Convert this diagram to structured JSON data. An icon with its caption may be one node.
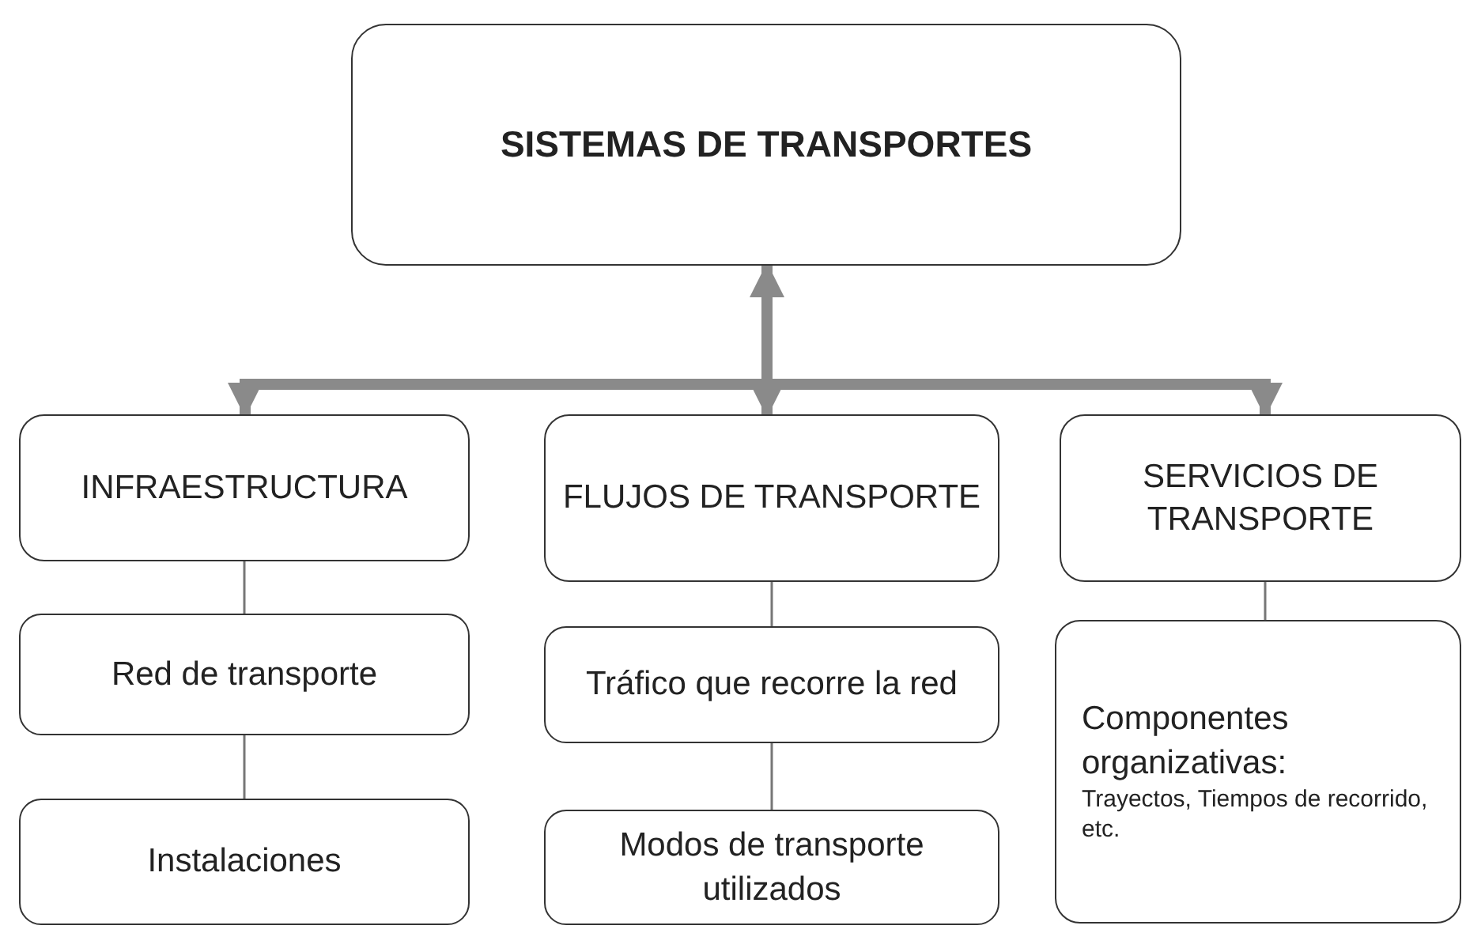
{
  "diagram": {
    "nodes": [
      {
        "text": [
          "SISTEMAS DE TRANSPORTES"
        ]
      },
      {
        "text": [
          "INFRAESTRUCTURA"
        ]
      },
      {
        "text": [
          "FLUJOS DE TRANSPORTE"
        ]
      },
      {
        "text": [
          "SERVICIOS DE TRANSPORTE"
        ]
      },
      {
        "text": [
          "Red de transporte"
        ]
      },
      {
        "text": [
          "Tráfico que recorre la red"
        ]
      },
      {
        "text": [
          "Componentes organizativas:",
          "Trayectos, Tiempos de recorrido, etc."
        ]
      },
      {
        "text": [
          "Instalaciones"
        ]
      },
      {
        "text": [
          "Modos de transporte utilizados"
        ]
      }
    ],
    "edges": [
      {
        "from": 0,
        "to": 1,
        "arrow": "to",
        "style": "thick"
      },
      {
        "from": 0,
        "to": 2,
        "arrow": "both",
        "style": "thick"
      },
      {
        "from": 0,
        "to": 3,
        "arrow": "to",
        "style": "thick"
      },
      {
        "from": 1,
        "to": 4,
        "arrow": "none"
      },
      {
        "from": 4,
        "to": 7,
        "arrow": "none"
      },
      {
        "from": 2,
        "to": 5,
        "arrow": "none"
      },
      {
        "from": 5,
        "to": 8,
        "arrow": "none"
      },
      {
        "from": 3,
        "to": 6,
        "arrow": "none"
      }
    ]
  }
}
